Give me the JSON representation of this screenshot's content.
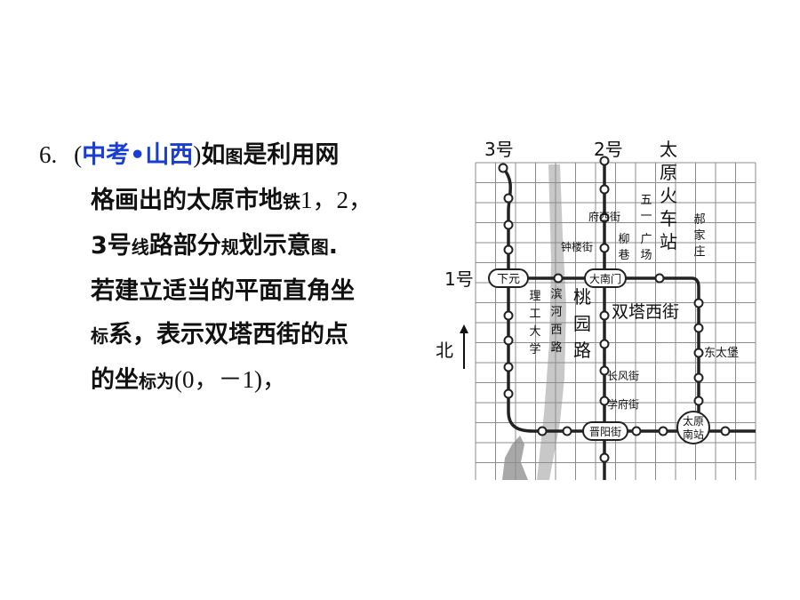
{
  "problem": {
    "number": "6.",
    "source_open": "(",
    "source": "中考•山西",
    "source_close": ")",
    "line1": [
      "如",
      "图",
      "是利用网"
    ],
    "line2": [
      "格画出的太原市地",
      "铁",
      "1，2，"
    ],
    "line3": [
      "3号",
      "线",
      "路部分",
      "规",
      "划示意",
      "图",
      "."
    ],
    "line4": "若建立适当的平面直角坐",
    "line5": [
      "标",
      "系，表示双塔西街的点"
    ],
    "line6": [
      "的坐",
      "标为",
      "(0，－1)，"
    ]
  },
  "map": {
    "line_labels": {
      "line3": "3号",
      "line2": "2号",
      "line1": "1号"
    },
    "north_label": "北",
    "station_box_labels": {
      "xiayuan": "下元",
      "danan_men": "大南门",
      "jinyang_jie": "晋阳街",
      "taiyuan_nanzhan": [
        "太原",
        "南站"
      ]
    },
    "station_labels": {
      "fuxi_jie": "府西街",
      "zhonglou_jie": "钟楼街",
      "changfeng_jie": "长风街",
      "xuefu_jie": "学府街",
      "dong_taipu": "东太堡"
    },
    "place_labels": {
      "taiyuan_huochezhan": [
        "太",
        "原",
        "火",
        "车",
        "站"
      ],
      "wuyi_guangchang": [
        "五",
        "一",
        "广",
        "场"
      ],
      "liu_xiang": [
        "柳",
        "巷"
      ],
      "hao_jia_zhuang": [
        "郝",
        "家",
        "庄"
      ],
      "ligong_daxue": [
        "理",
        "工",
        "大",
        "学"
      ],
      "binhe_xilu": [
        "滨",
        "河",
        "西",
        "路"
      ],
      "taoyuan_lu": [
        "桃",
        "园",
        "路"
      ],
      "shuangta_xijie": "双塔西街"
    }
  }
}
